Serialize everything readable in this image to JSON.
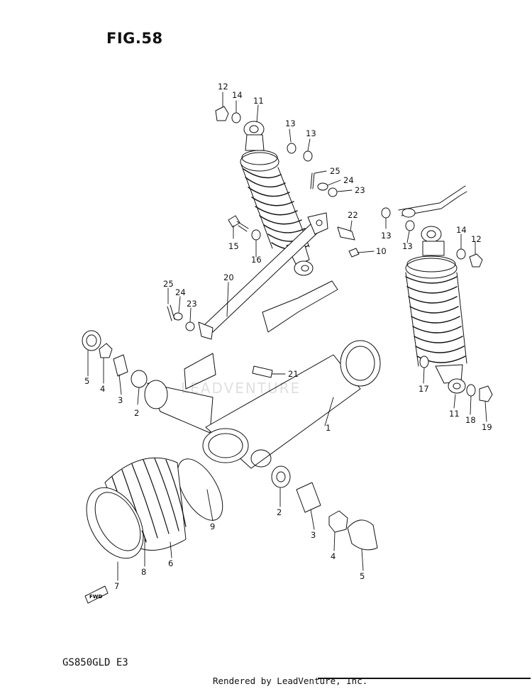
{
  "figure": {
    "title": "FIG.58",
    "model": "GS850GLD E3",
    "rendered_by": "Rendered by LeadVenture, Inc.",
    "watermark": "LEADVENTURE",
    "forward_marker": "FWD"
  },
  "callouts": {
    "c1": "1",
    "c2a": "2",
    "c2b": "2",
    "c3a": "3",
    "c3b": "3",
    "c4a": "4",
    "c4b": "4",
    "c5a": "5",
    "c5b": "5",
    "c6": "6",
    "c7": "7",
    "c8": "8",
    "c9": "9",
    "c10": "10",
    "c11a": "11",
    "c11b": "11",
    "c12a": "12",
    "c12b": "12",
    "c13a": "13",
    "c13b": "13",
    "c13c": "13",
    "c13d": "13",
    "c14a": "14",
    "c14b": "14",
    "c15": "15",
    "c16": "16",
    "c17": "17",
    "c18": "18",
    "c19": "19",
    "c20": "20",
    "c21": "21",
    "c22": "22",
    "c23a": "23",
    "c23b": "23",
    "c24a": "24",
    "c24b": "24",
    "c25a": "25",
    "c25b": "25"
  }
}
